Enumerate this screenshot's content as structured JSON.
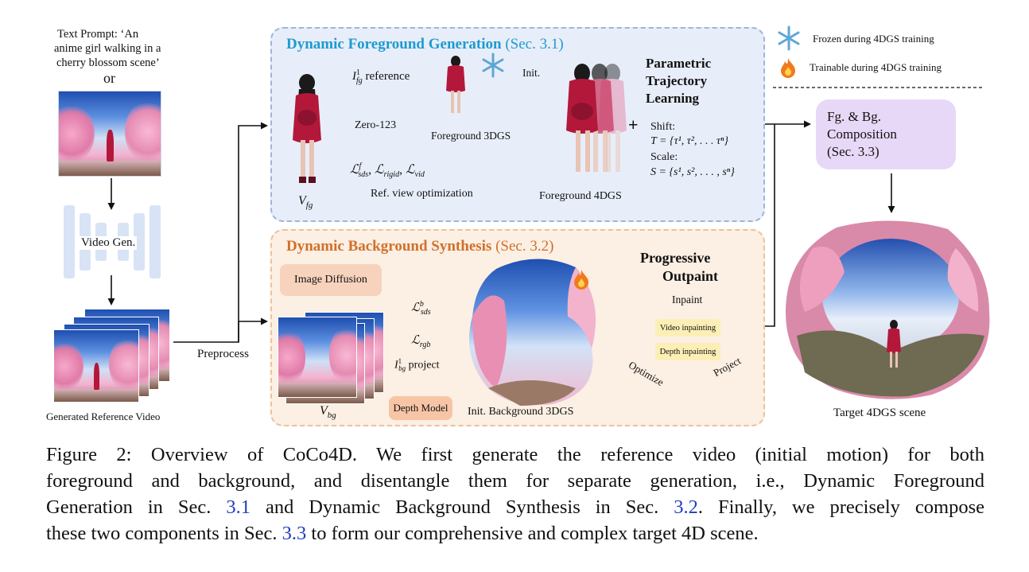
{
  "left": {
    "prompt_line1": "Text Prompt: ‘An",
    "prompt_line2": "anime girl walking in a",
    "prompt_line3": "cherry blossom scene’",
    "or": "or",
    "video_gen": "Video Gen.",
    "generated_ref_video": "Generated Reference Video",
    "preprocess": "Preprocess"
  },
  "legend": {
    "frozen": "Frozen during 4DGS training",
    "trainable": "Trainable during 4DGS training"
  },
  "fg_panel": {
    "title": "Dynamic Foreground Generation",
    "section": "(Sec. 3.1)",
    "title_color": "#1d9bd0",
    "v_fg_base": "V",
    "v_fg_sub": "fg",
    "ref_label_I": "I",
    "ref_label_sup": "1",
    "ref_label_sub": "fg",
    "ref_label_text": "reference",
    "zero123": "Zero-123",
    "loss_L": "ℒ",
    "loss_sds_sup": "f",
    "loss_sds_sub": "sds",
    "loss_rigid_sub": "rigid",
    "loss_vid_sub": "vid",
    "ref_view_opt": "Ref. view optimization",
    "foreground_3dgs": "Foreground 3DGS",
    "init": "Init.",
    "foreground_4dgs": "Foreground 4DGS",
    "ptl_line1": "Parametric",
    "ptl_line2": "Trajectory",
    "ptl_line3": "Learning",
    "plus": "+",
    "shift": "Shift:",
    "shift_eq": "T = {τ¹, τ², . . . τⁿ}",
    "scale": "Scale:",
    "scale_eq": "S = {s¹, s², . . . , sⁿ}"
  },
  "bg_panel": {
    "title": "Dynamic Background Synthesis",
    "section": "(Sec. 3.2)",
    "title_color": "#d0702a",
    "image_diffusion": "Image Diffusion",
    "loss_sds_sup": "b",
    "loss_sds_sub": "sds",
    "loss_rgb_sub": "rgb",
    "project_text": "project",
    "proj_sub": "bg",
    "depth_model": "Depth Model",
    "v_bg_sub": "bg",
    "init_bg_3dgs": "Init. Background 3DGS",
    "po_line1": "Progressive",
    "po_line2": "Outpaint",
    "inpaint": "Inpaint",
    "video_inpainting": "Video inpainting",
    "depth_inpainting": "Depth inpainting",
    "project": "Project",
    "optimize": "Optimize"
  },
  "right": {
    "comp_line1": "Fg. & Bg.",
    "comp_line2": "Composition",
    "comp_line3": "(Sec. 3.3)",
    "target": "Target 4DGS scene"
  },
  "caption": {
    "line1": "Figure 2:  Overview of CoCo4D. We first generate the reference video (initial motion) for both",
    "line2": "foreground and background, and disentangle them for separate generation, i.e., Dynamic Foreground",
    "line3_a": "Generation in Sec.",
    "ref1": "3.1",
    "line3_b": "and Dynamic Background Synthesis in Sec.",
    "ref2": "3.2",
    "line3_c": ". Finally, we precisely compose",
    "line4_a": "these two components in Sec.",
    "ref3": "3.3",
    "line4_b": "to form our comprehensive and complex target 4D scene."
  },
  "colors": {
    "fg_panel_bg": "#e8eef9",
    "bg_panel_bg": "#fcefe3",
    "composition_box": "#e8d8f7",
    "image_diffusion_box": "#f7d3bd",
    "reference_link": "#1f3fbf"
  }
}
